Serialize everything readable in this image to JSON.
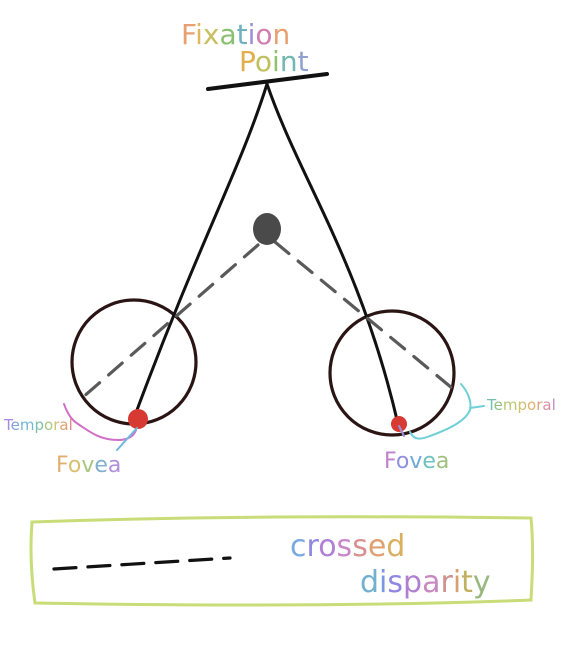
{
  "labels": {
    "fixation_line1": "Fixation",
    "fixation_line2": "Point",
    "fovea_left": "Fovea",
    "fovea_right": "Fovea",
    "temporal_left": "Temporal",
    "temporal_right": "Temporal"
  },
  "legend": {
    "line1": "crossed",
    "line2": "disparity"
  },
  "colors": {
    "fixation_text": [
      "#e8a070",
      "#e3b760",
      "#c8c060",
      "#88c070",
      "#70b0c0",
      "#9a90d8",
      "#d080b0",
      "#e8a070"
    ],
    "point_text": [
      "#e0b050",
      "#c0c060",
      "#90c070",
      "#70b8b0",
      "#90a0d0"
    ],
    "fovea_left_text": [
      "#e0b070",
      "#d8c070",
      "#a8c880",
      "#80b0d0",
      "#b090d8"
    ],
    "fovea_right_text": [
      "#c080d0",
      "#9090e0",
      "#70a8d8",
      "#70c0c0",
      "#a0c080"
    ],
    "temporal_left_text": [
      "#a888e0",
      "#80a0e0",
      "#70b8d8",
      "#80c0a8",
      "#a8c880",
      "#d0c070",
      "#e0a070",
      "#e08888"
    ],
    "temporal_right_text": [
      "#70c0b0",
      "#90c080",
      "#b8c870",
      "#d0c070",
      "#e0b070",
      "#e0a080",
      "#d890a0",
      "#c090c0"
    ],
    "legend_line1_text": [
      "#7aa8e0",
      "#9088e0",
      "#b080d8",
      "#c888c8",
      "#d89090",
      "#e0a070",
      "#d8b060"
    ],
    "legend_line2_text": [
      "#70b0d0",
      "#7898e0",
      "#9088e0",
      "#b080d0",
      "#c888c0",
      "#d09090",
      "#d8a070",
      "#c0b060",
      "#98b880"
    ],
    "line": "#111111",
    "dashed": "#5a5a5a",
    "eye_outline": "#2a1414",
    "fovea_dot": "#d63a32",
    "object_dot": "#4a4a4a",
    "brace_left": "#d070c8",
    "brace_right": "#70d0d8",
    "legend_border": "#c8dc78"
  }
}
